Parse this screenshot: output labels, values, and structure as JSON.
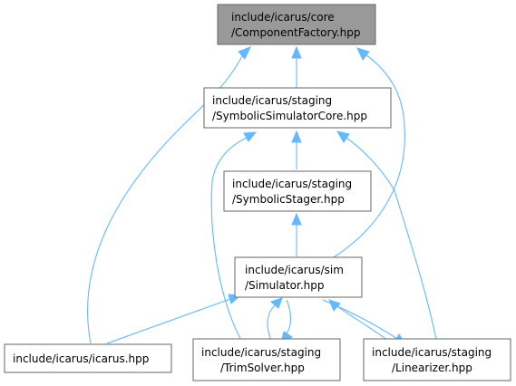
{
  "nodes": {
    "component_factory": {
      "line1": "include/icarus/core",
      "line2": "/ComponentFactory.hpp"
    },
    "symbolic_simulator_core": {
      "line1": "include/icarus/staging",
      "line2": "/SymbolicSimulatorCore.hpp"
    },
    "symbolic_stager": {
      "line1": "include/icarus/staging",
      "line2": "/SymbolicStager.hpp"
    },
    "simulator": {
      "line1": "include/icarus/sim",
      "line2": "/Simulator.hpp"
    },
    "icarus": {
      "line1": "include/icarus/icarus.hpp"
    },
    "trim_solver": {
      "line1": "include/icarus/staging",
      "line2": "/TrimSolver.hpp"
    },
    "linearizer": {
      "line1": "include/icarus/staging",
      "line2": "/Linearizer.hpp"
    }
  },
  "colors": {
    "edge": "#63b8ff",
    "node_border": "#666666",
    "root_fill": "#999999",
    "node_fill": "#ffffff"
  }
}
